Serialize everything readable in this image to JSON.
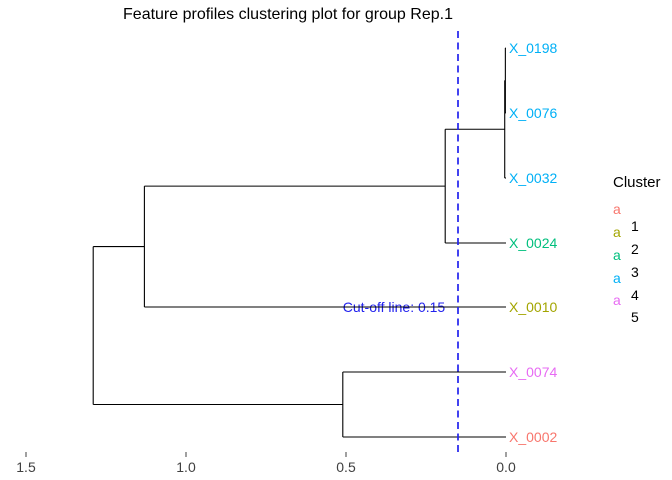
{
  "title": "Feature profiles clustering plot for group Rep.1",
  "cutoff": {
    "label": "Cut-off line: 0.15",
    "value": 0.15,
    "color": "#2222EE"
  },
  "axis": {
    "ticks": [
      {
        "label": "1.5",
        "value": 1.5
      },
      {
        "label": "1.0",
        "value": 1.0
      },
      {
        "label": "0.5",
        "value": 0.5
      },
      {
        "label": "0.0",
        "value": 0.0
      }
    ]
  },
  "legend": {
    "title": "Cluster",
    "items": [
      {
        "key": "a",
        "label": "1",
        "color": "#F8766D"
      },
      {
        "key": "a",
        "label": "2",
        "color": "#A3A500"
      },
      {
        "key": "a",
        "label": "3",
        "color": "#00BF7D"
      },
      {
        "key": "a",
        "label": "4",
        "color": "#00B0F6"
      },
      {
        "key": "a",
        "label": "5",
        "color": "#E76BF3"
      }
    ]
  },
  "chart_data": {
    "type": "dendrogram",
    "title": "Feature profiles clustering plot for group Rep.1",
    "orientation": "horizontal, leaves on right, height axis increasing right-to-left",
    "axis_ticks": [
      1.5,
      1.0,
      0.5,
      0.0
    ],
    "axis_range": [
      0.0,
      1.55
    ],
    "cutoff_height": 0.15,
    "line_color": "#000000",
    "leaves": [
      {
        "label": "X_0198",
        "cluster": 4,
        "color": "#00B0F6"
      },
      {
        "label": "X_0076",
        "cluster": 4,
        "color": "#00B0F6"
      },
      {
        "label": "X_0032",
        "cluster": 4,
        "color": "#00B0F6"
      },
      {
        "label": "X_0024",
        "cluster": 3,
        "color": "#00BF7D"
      },
      {
        "label": "X_0010",
        "cluster": 2,
        "color": "#A3A500"
      },
      {
        "label": "X_0074",
        "cluster": 5,
        "color": "#E76BF3"
      },
      {
        "label": "X_0002",
        "cluster": 1,
        "color": "#F8766D"
      }
    ],
    "tree": {
      "height": 1.29,
      "children": [
        {
          "height": 1.13,
          "children": [
            {
              "height": 0.19,
              "children": [
                {
                  "height": 0.004,
                  "children": [
                    {
                      "height": 0.002,
                      "children": [
                        {
                          "leaf": "X_0198"
                        },
                        {
                          "leaf": "X_0076"
                        }
                      ]
                    },
                    {
                      "leaf": "X_0032"
                    }
                  ]
                },
                {
                  "leaf": "X_0024"
                }
              ]
            },
            {
              "leaf": "X_0010"
            }
          ]
        },
        {
          "height": 0.51,
          "children": [
            {
              "leaf": "X_0074"
            },
            {
              "leaf": "X_0002"
            }
          ]
        }
      ]
    }
  }
}
